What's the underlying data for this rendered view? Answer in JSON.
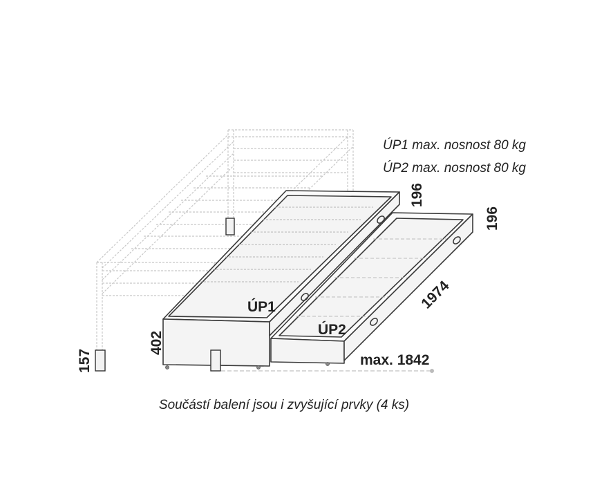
{
  "notes": {
    "line1": "ÚP1 max. nosnost 80 kg",
    "line2": "ÚP2 max. nosnost 80 kg"
  },
  "drawers": {
    "up1": "ÚP1",
    "up2": "ÚP2"
  },
  "dimensions": {
    "height_up1": "196",
    "height_up2": "196",
    "length": "1974",
    "max_extension": "max. 1842",
    "total_height": "402",
    "riser_height": "157"
  },
  "caption": "Součástí balení jsou i zvyšující prvky (4 ks)"
}
